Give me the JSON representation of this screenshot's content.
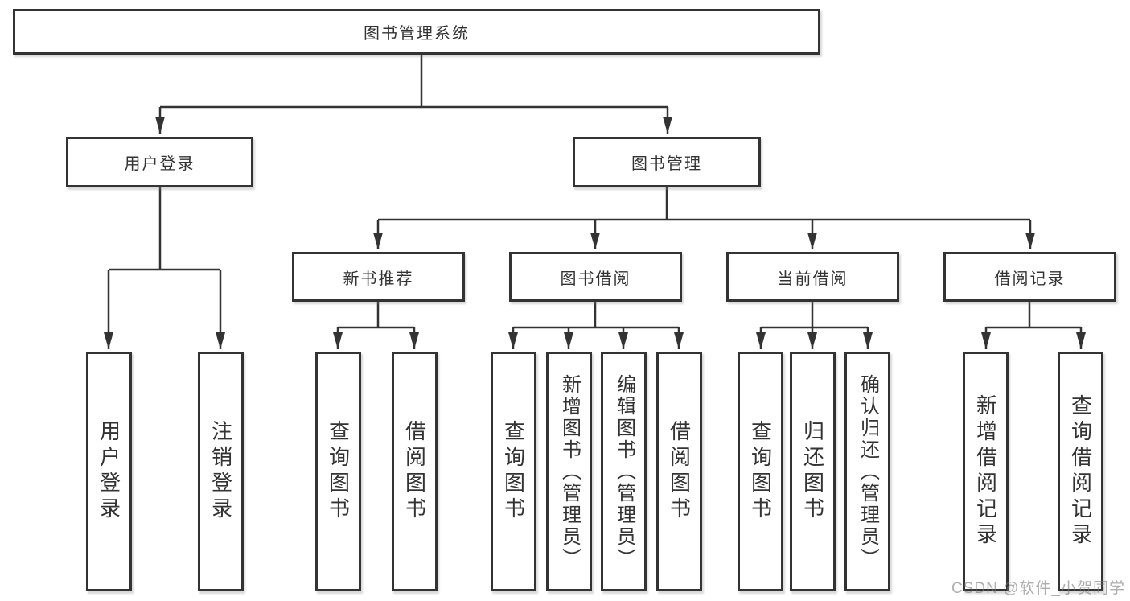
{
  "diagram_title": "图书管理系统",
  "colors": {
    "line": "#333333",
    "background": "#ffffff",
    "text": "#333333",
    "watermark_gray": "#b8b8b8"
  },
  "tree": {
    "root": "图书管理系统",
    "branches": [
      {
        "label": "用户登录",
        "leaves": [
          "用户登录",
          "注销登录"
        ]
      },
      {
        "label": "图书管理",
        "groups": [
          {
            "label": "新书推荐",
            "leaves": [
              "查询图书",
              "借阅图书"
            ]
          },
          {
            "label": "图书借阅",
            "leaves": [
              "查询图书",
              "新增图书（管理员）",
              "编辑图书（管理员）",
              "借阅图书"
            ]
          },
          {
            "label": "当前借阅",
            "leaves": [
              "查询图书",
              "归还图书",
              "确认归还（管理员）"
            ]
          },
          {
            "label": "借阅记录",
            "leaves": [
              "新增借阅记录",
              "查询借阅记录"
            ]
          }
        ]
      }
    ]
  },
  "watermark": "CSDN @软件_小贺同学"
}
